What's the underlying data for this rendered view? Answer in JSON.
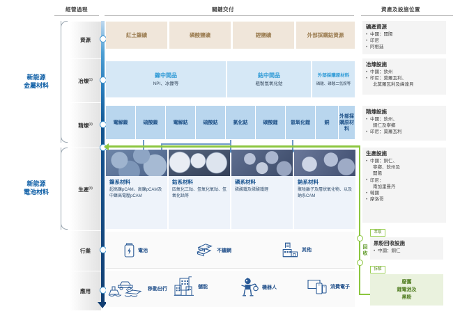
{
  "headers": {
    "process": "經營過程",
    "delivery": "關鍵交付",
    "assets": "資產及設施位置"
  },
  "groups": [
    {
      "label_line1": "新能源",
      "label_line2": "金屬材料"
    },
    {
      "label_line1": "新能源",
      "label_line2": "電池材料"
    }
  ],
  "stages": [
    {
      "name": "資源",
      "note": ""
    },
    {
      "name": "冶煉",
      "note": "(1)"
    },
    {
      "name": "精煉",
      "note": "(2)"
    },
    {
      "name": "生產",
      "note": "(3)"
    },
    {
      "name": "行業",
      "note": ""
    },
    {
      "name": "應用",
      "note": ""
    }
  ],
  "resource_row": [
    {
      "label": "紅土鎳礦"
    },
    {
      "label": "磷酸鹽礦"
    },
    {
      "label": "鋰鹽礦"
    },
    {
      "label": "外部採購鈷資源"
    }
  ],
  "smelting_row": [
    {
      "title": "鎳中間品",
      "sub": "NPI、冰鎳等"
    },
    {
      "title": "鈷中間品",
      "sub": "粗製氫氧化鈷"
    },
    {
      "title": "外部採購原材料",
      "sub": "磷酸、磷酸二氫銨等"
    }
  ],
  "refining_row": [
    {
      "label": "電解鎳"
    },
    {
      "label": "硫酸鎳"
    },
    {
      "label": "電解鈷"
    },
    {
      "label": "硫酸鈷"
    },
    {
      "label": "氯化鈷"
    },
    {
      "label": "碳酸鋰"
    },
    {
      "label": "氫氧化鋰"
    },
    {
      "label": "銅"
    },
    {
      "label": "外部採購原材料"
    }
  ],
  "production_cards": [
    {
      "title": "鎳系材料",
      "text": "超高鎳pCAM、高鎳pCAM及中鎳高電壓pCAM"
    },
    {
      "title": "鈷系材料",
      "text": "四氧化三鈷、氫氧化氧鈷、氫氧化鈷等"
    },
    {
      "title": "磷系材料",
      "text": "磷酸鐵及磷酸鐵鋰"
    },
    {
      "title": "鈉系材料",
      "text": "聚陰離子及層狀氧化物、以及鈉系CAM"
    }
  ],
  "industry_items": [
    {
      "icon": "battery-icon",
      "label": "電池"
    },
    {
      "icon": "steel-beam-icon",
      "label": "不鏽鋼"
    },
    {
      "icon": "factory-icon",
      "label": "其他"
    }
  ],
  "application_items": [
    {
      "icon": "mobility-icon",
      "label": "移動出行"
    },
    {
      "icon": "energy-storage-icon",
      "label": "儲能"
    },
    {
      "icon": "robot-icon",
      "label": "機器人"
    },
    {
      "icon": "consumer-electronics-icon",
      "label": "消費電子"
    }
  ],
  "asset_panels": [
    {
      "title": "礦產資源",
      "items": [
        "中國：開陽",
        "印尼",
        "阿根廷"
      ]
    },
    {
      "title": "冶煉設施",
      "items": [
        "中國：欽州",
        "印尼：莫羅瓦利、",
        "北莫羅瓦利及緯達貝"
      ]
    },
    {
      "title": "精煉設施",
      "items": [
        "中國：欽州、",
        "銅仁及寧鄉",
        "印尼：莫羅瓦利"
      ]
    },
    {
      "title": "生產設施",
      "items": [
        "中國：銅仁、",
        "寧鄉、欽州及",
        "開陽",
        "印尼：",
        "南加里曼丹",
        "韓國",
        "摩洛哥"
      ]
    }
  ],
  "recycling": {
    "axis_label_l1": "回",
    "axis_label_l2": "收",
    "tag_extract": "萃取",
    "tag_dismantle": "拆解",
    "panel_title": "黑粉回收設施",
    "panel_items": [
      "中國：銅仁"
    ],
    "green_box_l1": "廢舊",
    "green_box_l2": "鋰電池及",
    "green_box_l3": "黑粉"
  }
}
